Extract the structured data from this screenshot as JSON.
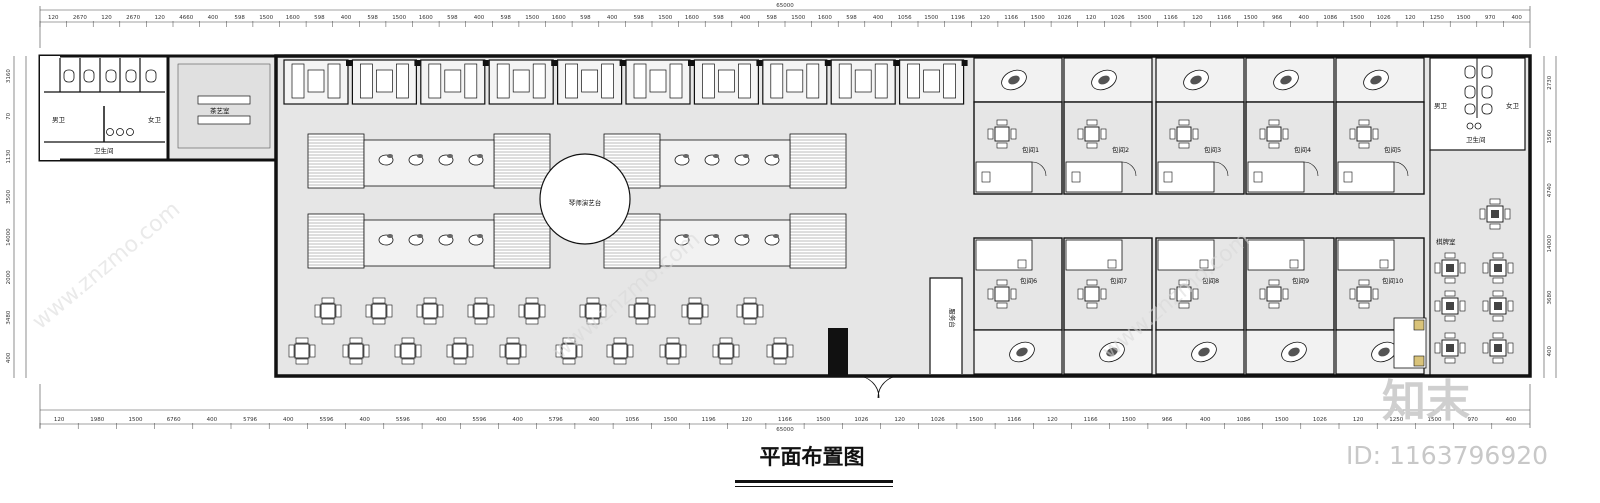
{
  "title": "平面布置图",
  "overall_dimension": "65000",
  "top_dims": [
    "120",
    "2670",
    "120",
    "2670",
    "120",
    "4660",
    "400",
    "598",
    "1500",
    "1600",
    "598",
    "400",
    "598",
    "1500",
    "1600",
    "598",
    "400",
    "598",
    "1500",
    "1600",
    "598",
    "400",
    "598",
    "1500",
    "1600",
    "598",
    "400",
    "598",
    "1500",
    "1600",
    "598",
    "400",
    "1056",
    "1500",
    "1196",
    "120",
    "1166",
    "1500",
    "1026",
    "120",
    "1026",
    "1500",
    "1166",
    "120",
    "1166",
    "1500",
    "966",
    "400",
    "1086",
    "1500",
    "1026",
    "120",
    "1250",
    "1500",
    "970",
    "400"
  ],
  "bottom_dims": [
    "120",
    "1980",
    "1500",
    "6760",
    "400",
    "5796",
    "400",
    "5596",
    "400",
    "5596",
    "400",
    "5596",
    "400",
    "5796",
    "400",
    "1056",
    "1500",
    "1196",
    "120",
    "1166",
    "1500",
    "1026",
    "120",
    "1026",
    "1500",
    "1166",
    "120",
    "1166",
    "1500",
    "966",
    "400",
    "1086",
    "1500",
    "1026",
    "120",
    "1250",
    "1500",
    "970",
    "400"
  ],
  "left_dims": [
    "3160",
    "70",
    "1130",
    "3500",
    "14000",
    "2000",
    "3480",
    "400"
  ],
  "right_dims": [
    "2730",
    "1560",
    "4740",
    "14000",
    "3680",
    "400"
  ],
  "rooms": {
    "mens_wc": "男卫",
    "womens_wc": "女卫",
    "washroom": "卫生间",
    "tea_room": "茶艺室",
    "stage": "琴师演艺台",
    "private_1": "包间1",
    "private_2": "包间2",
    "private_3": "包间3",
    "private_4": "包间4",
    "private_5": "包间5",
    "private_6": "包间6",
    "private_7": "包间7",
    "private_8": "包间8",
    "private_9": "包间9",
    "private_10": "包间10",
    "mens_wc_right": "男卫",
    "womens_wc_right": "女卫",
    "washroom_right": "卫生间",
    "chess_room": "棋牌室",
    "service_desk": "服务台"
  },
  "watermark": {
    "logo": "知末",
    "id": "ID: 1163796920",
    "diagonal": "www.znzmo.com"
  },
  "colors": {
    "wall": "#111111",
    "floor": "#e6e6e6",
    "furniture": "#ffffff",
    "hatch": "#444444"
  }
}
